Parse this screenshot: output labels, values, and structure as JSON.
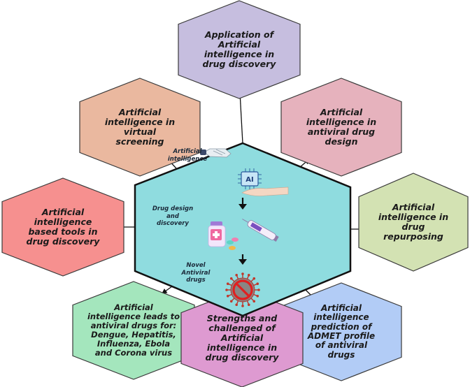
{
  "title": "Artificial intelligence in antiviral drug discovery overview",
  "center": {
    "fill": "#8fdcdf",
    "stages": [
      {
        "label": "Artificial\nintelligence",
        "icon": "robot-hand-ai-chip-icon"
      },
      {
        "label": "Drug design\nand\ndiscovery",
        "icon": "medicine-bottle-syringe-icon"
      },
      {
        "label": "Novel\nAntiviral\ndrugs",
        "icon": "crossed-virus-icon"
      }
    ]
  },
  "nodes": [
    {
      "id": "application",
      "label": "Application of\nArtificial\nintelligence in\ndrug discovery",
      "fill": "#c6bedf"
    },
    {
      "id": "virtual-screening",
      "label": "Artificial\nintelligence in\nvirtual\nscreening",
      "fill": "#eab89f"
    },
    {
      "id": "antiviral-drug-design",
      "label": "Artificial\nintelligence in\nantiviral drug\ndesign",
      "fill": "#e6b2bd"
    },
    {
      "id": "tools",
      "label": "Artificial\nintelligence\nbased tools in\ndrug discovery",
      "fill": "#f6908f"
    },
    {
      "id": "repurposing",
      "label": "Artificial\nintelligence in\ndrug\nrepurposing",
      "fill": "#d3e2b3"
    },
    {
      "id": "antiviral-leads",
      "label": "Artificial\nintelligence leads to\nantiviral drugs for:\nDengue, Hepatitis,\nInfluenza, Ebola\nand Corona virus",
      "fill": "#a4e6bd"
    },
    {
      "id": "admet",
      "label": "Artificial\nintelligence\nprediction of\nADMET profile\nof antiviral\ndrugs",
      "fill": "#b2ccf6"
    },
    {
      "id": "strengths",
      "label": "Strengths and\nchallenged of\nArtificial\nintelligence in\ndrug discovery",
      "fill": "#de9ad1"
    }
  ]
}
